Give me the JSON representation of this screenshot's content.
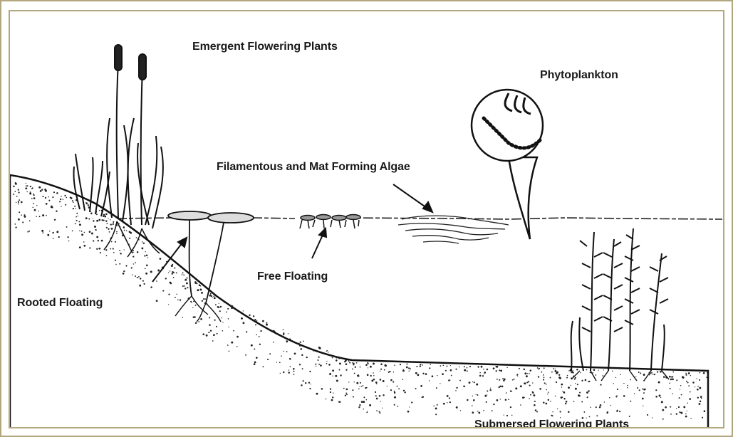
{
  "labels": {
    "emergent": "Emergent Flowering Plants",
    "phytoplankton": "Phytoplankton",
    "filamentous": "Filamentous and Mat Forming Algae",
    "free_floating": "Free Floating",
    "rooted_floating": "Rooted Floating",
    "submersed": "Submersed Flowering Plants"
  },
  "colors": {
    "frame": "#b3a77e",
    "ink": "#1a1a1a",
    "background": "#ffffff"
  }
}
